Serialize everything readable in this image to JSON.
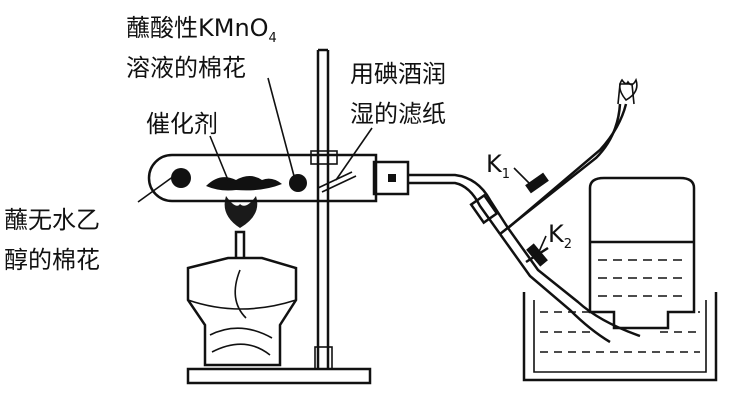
{
  "labels": {
    "kmno4_prefix": "蘸酸性KMnO",
    "kmno4_sub": "4",
    "kmno4_line2": "溶液的棉花",
    "iodine_line1": "用碘酒润",
    "iodine_line2": "湿的滤纸",
    "catalyst": "催化剂",
    "ethanol_line1": "蘸无水乙",
    "ethanol_line2": "醇的棉花",
    "k1_main": "K",
    "k1_sub": "1",
    "k2_main": "K",
    "k2_sub": "2"
  }
}
